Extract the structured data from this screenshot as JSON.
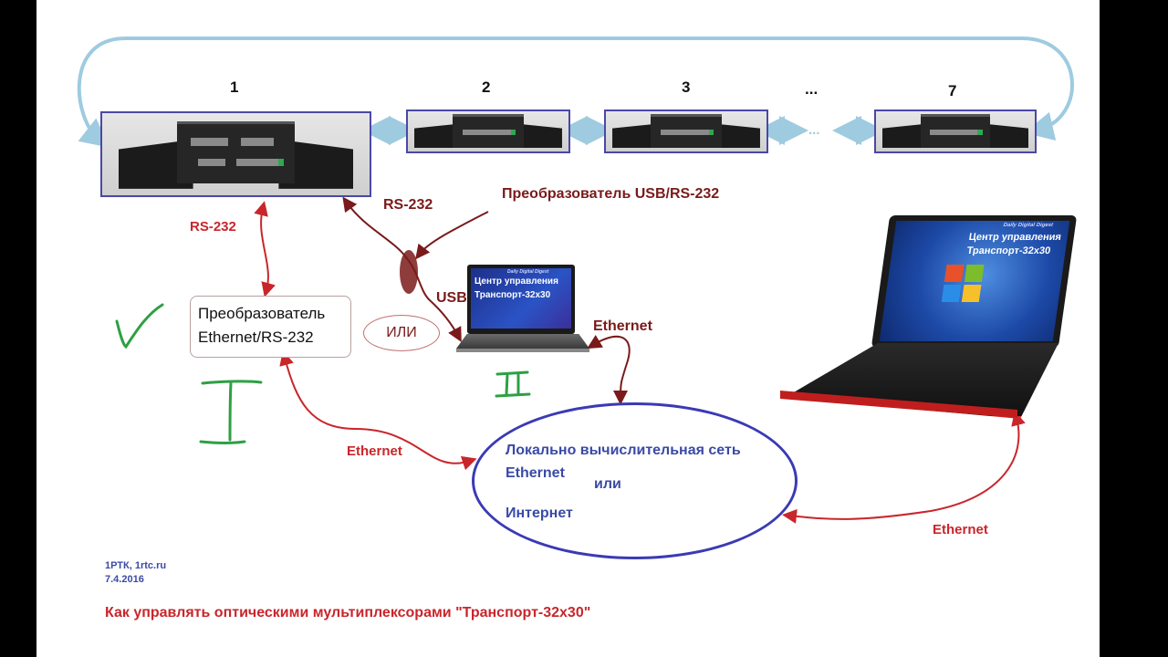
{
  "colors": {
    "loop_blue": "#9ecbe0",
    "rs232_red": "#c8262b",
    "usb_maroon": "#7a1a1a",
    "lan_blue": "#3a3ab5",
    "check_green": "#2ea043",
    "device_frame": "#4a48a6"
  },
  "devices": [
    {
      "number": "1"
    },
    {
      "number": "2"
    },
    {
      "number": "3"
    },
    {
      "number": "..."
    },
    {
      "number": "7"
    }
  ],
  "chain_gap": "...",
  "labels": {
    "rs232_left": "RS-232",
    "rs232_center": "RS-232",
    "usb_converter": "Преобразователь USB/RS-232",
    "usb": "USB",
    "ethernet_small_laptop": "Ethernet",
    "ethernet_converter": "Ethernet",
    "ethernet_big_laptop": "Ethernet",
    "ili": "ИЛИ"
  },
  "converter": {
    "line1": "Преобразователь",
    "line2": "Ethernet/RS-232"
  },
  "variants": {
    "one": "I",
    "two": "II"
  },
  "network": {
    "line1": "Локально вычислительная сеть",
    "line2": "Ethernet",
    "or": "или",
    "line3": "Интернет"
  },
  "laptop_small": {
    "brand": "Daily Digital Digest",
    "line1": "Центр управления",
    "line2": "Транспорт-32х30"
  },
  "laptop_big": {
    "brand": "Daily Digital Digest",
    "line1": "Центр управления",
    "line2": "Транспорт-32х30"
  },
  "footer": {
    "author": "1РТК, 1rtc.ru",
    "date": "7.4.2016",
    "title": "Как управлять оптическими мультиплексорами \"Транспорт-32х30\""
  }
}
